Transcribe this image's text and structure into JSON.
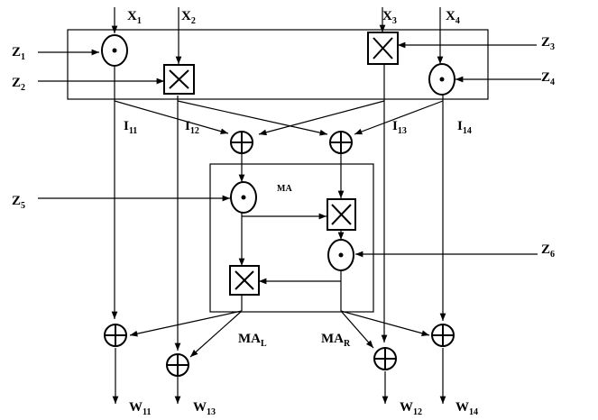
{
  "inputs": {
    "x1": {
      "base": "X",
      "sub": "1"
    },
    "x2": {
      "base": "X",
      "sub": "2"
    },
    "x3": {
      "base": "X",
      "sub": "3"
    },
    "x4": {
      "base": "X",
      "sub": "4"
    }
  },
  "keys": {
    "z1": {
      "base": "Z",
      "sub": "1"
    },
    "z2": {
      "base": "Z",
      "sub": "2"
    },
    "z3": {
      "base": "Z",
      "sub": "3"
    },
    "z4": {
      "base": "Z",
      "sub": "4"
    },
    "z5": {
      "base": "Z",
      "sub": "5"
    },
    "z6": {
      "base": "Z",
      "sub": "6"
    }
  },
  "intermediates": {
    "i11": {
      "base": "I",
      "sub": "11"
    },
    "i12": {
      "base": "I",
      "sub": "12"
    },
    "i13": {
      "base": "I",
      "sub": "13"
    },
    "i14": {
      "base": "I",
      "sub": "14"
    }
  },
  "ma_block": {
    "label": "MA",
    "left_out": {
      "base": "MA",
      "sub": "L"
    },
    "right_out": {
      "base": "MA",
      "sub": "R"
    }
  },
  "outputs": {
    "w11": {
      "base": "W",
      "sub": "11"
    },
    "w13": {
      "base": "W",
      "sub": "13"
    },
    "w12": {
      "base": "W",
      "sub": "12"
    },
    "w14": {
      "base": "W",
      "sub": "14"
    }
  }
}
